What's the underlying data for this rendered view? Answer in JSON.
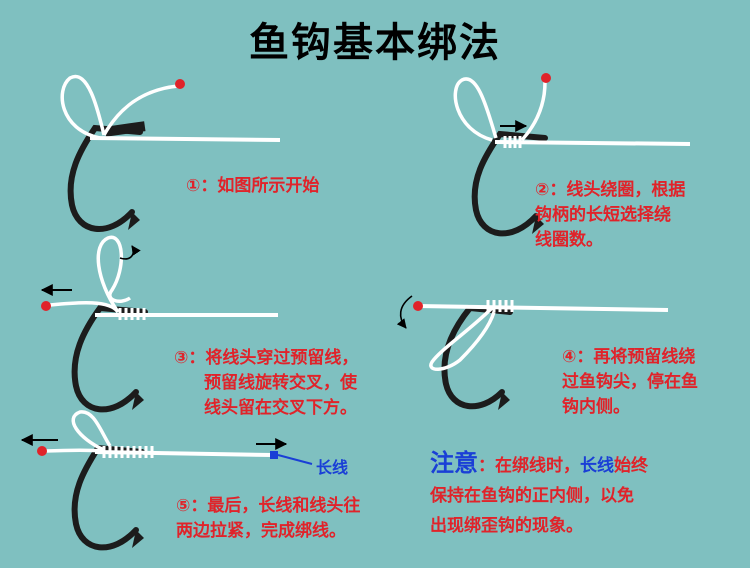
{
  "title": "鱼钩基本绑法",
  "steps": [
    {
      "label": "①：如图所示开始"
    },
    {
      "line1": "②：线头绕圈，根据",
      "line2": "钩柄的长短选择绕",
      "line3": "线圈数。"
    },
    {
      "line1": "③：将线头穿过预留线，",
      "line2": "预留线旋转交叉，使",
      "line3": "线头留在交叉下方。"
    },
    {
      "line1": "④：再将预留线绕",
      "line2": "过鱼钩尖，停在鱼",
      "line3": "钩内侧。"
    },
    {
      "line1": "⑤：最后，长线和线头往",
      "line2": "两边拉紧，完成绑线。"
    }
  ],
  "long_line_label": "长线",
  "note": {
    "heading": "注意",
    "colon": "：",
    "part1": "在绑线时，",
    "highlight": "长线",
    "part2": "始终",
    "line2": "保持在鱼钩的正内侧，以免",
    "line3": "出现绑歪钩的现象。"
  },
  "colors": {
    "background": "#7fc0c0",
    "text_red": "#e0232a",
    "text_blue": "#1a3fd6",
    "hook": "#1c1c1c",
    "line": "#ffffff",
    "tip": "#e0232a"
  }
}
